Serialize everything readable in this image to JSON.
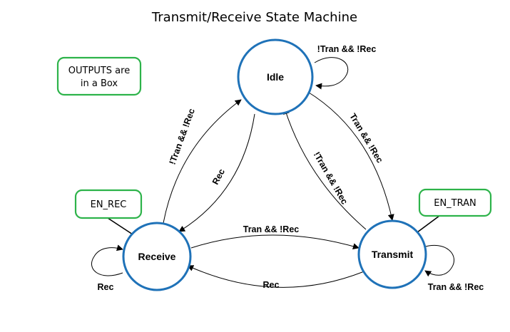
{
  "title": "Transmit/Receive State Machine",
  "legend": {
    "line1": "OUTPUTS are",
    "line2": "in a Box"
  },
  "states": {
    "idle": "Idle",
    "receive": "Receive",
    "transmit": "Transmit"
  },
  "outputs": {
    "receive": "EN_REC",
    "transmit": "EN_TRAN"
  },
  "transitions": {
    "idle_self": "!Tran && !Rec",
    "idle_to_transmit": "Tran && !Rec",
    "transmit_to_idle": "!Tran && !Rec",
    "receive_to_idle": "!Tran && !Rec",
    "idle_to_receive": "Rec",
    "receive_to_transmit": "Tran && !Rec",
    "transmit_to_receive": "Rec",
    "receive_self": "Rec",
    "transmit_self": "Tran && !Rec"
  },
  "colors": {
    "state_border": "#1f72b8",
    "output_border": "#2db34a"
  }
}
